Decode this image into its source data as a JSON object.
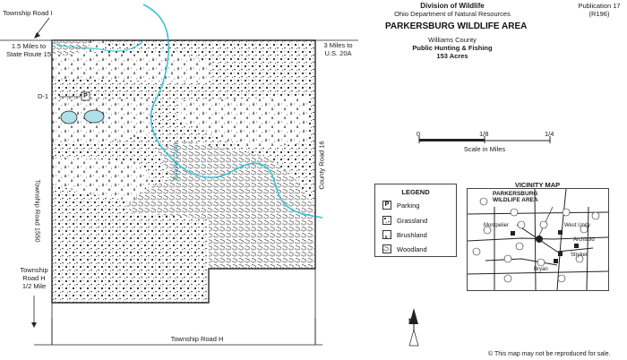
{
  "header": {
    "division": "Division of Wildlife",
    "department": "Ohio Department of Natural Resources",
    "publication": "Publication 17",
    "revision": "(R196)",
    "area_title": "PARKERSBURG WILDLIFE AREA",
    "county": "Williams County",
    "use": "Public Hunting & Fishing",
    "acres": "153 Acres"
  },
  "scale": {
    "ticks": [
      "0",
      "1/8",
      "1/4"
    ],
    "caption": "Scale in Miles"
  },
  "road_labels": {
    "township_road_i": "Township Road I",
    "to_sr15_line1": "1.5 Miles to",
    "to_sr15_line2": "State Route 15",
    "to_us20a_line1": "3 Miles to",
    "to_us20a_line2": "U.S. 20A",
    "d1": "D-1",
    "township_road_1550": "Township Road 1550",
    "county_road_16": "County Road 16",
    "township_road_h_side_line1": "Township",
    "township_road_h_side_line2": "Road H",
    "township_road_h_side_line3": "1/2 Mile",
    "township_road_h_bottom": "Township Road H",
    "creek": "Beaver Creek",
    "parking_symbol": "P"
  },
  "legend": {
    "title": "LEGEND",
    "items": [
      {
        "label": "Parking",
        "symbol": "P"
      },
      {
        "label": "Grassland"
      },
      {
        "label": "Brushland"
      },
      {
        "label": "Woodland"
      }
    ]
  },
  "vicinity": {
    "title": "VICINITY MAP",
    "area_label_line1": "PARKERSBURG",
    "area_label_line2": "WILDLIFE AREA",
    "towns": [
      "Montpelier",
      "West Unity",
      "Archbold",
      "Stryker",
      "Bryan"
    ],
    "route_shields": [
      "49",
      "20",
      "15",
      "20A",
      "66",
      "107",
      "576",
      "191",
      "34",
      "2",
      "6",
      "6",
      "34",
      "15",
      "127"
    ]
  },
  "north_label": "N",
  "footer": "© This map may not be reproduced for sale.",
  "colors": {
    "water": "#3cc3d6",
    "pond_fill": "#aee0ea",
    "line": "#222222"
  }
}
